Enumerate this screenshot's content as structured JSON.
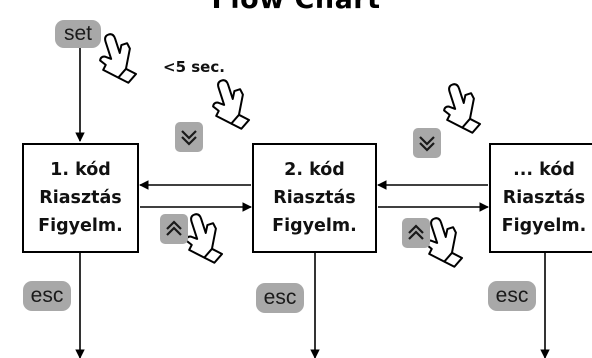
{
  "title": "Flow Chart",
  "timing_label": "<5 sec.",
  "set_label": "set",
  "esc_label": "esc",
  "boxes": [
    {
      "line1": "1. kód",
      "line2": "Riasztás",
      "line3": "Figyelm."
    },
    {
      "line1": "2. kód",
      "line2": "Riasztás",
      "line3": "Figyelm."
    },
    {
      "line1": "... kód",
      "line2": "Riasztás",
      "line3": "Figyelm."
    }
  ],
  "icons": {
    "press": "hand-press-icon",
    "down": "down-chevron-icon",
    "up": "up-chevron-icon"
  }
}
